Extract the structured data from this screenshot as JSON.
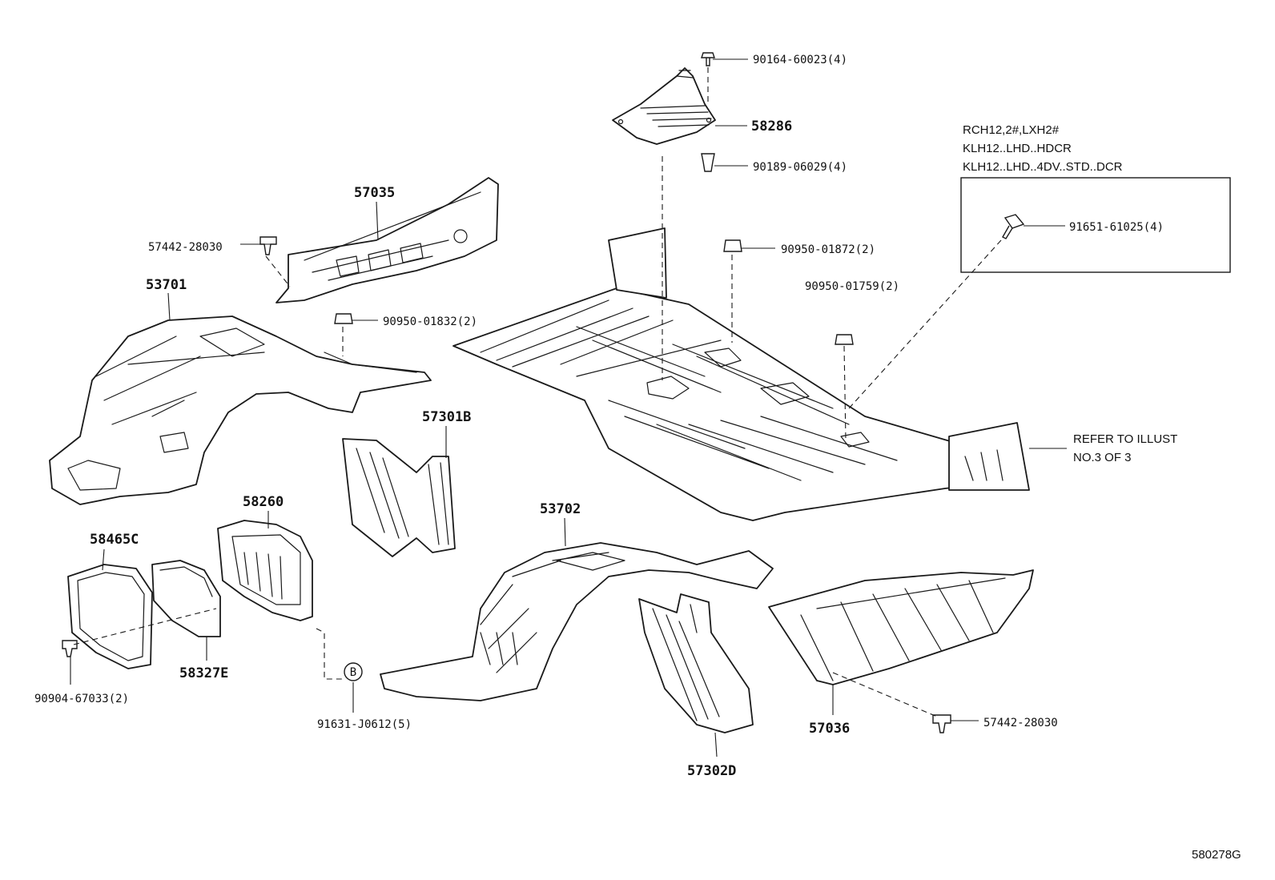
{
  "labels": {
    "p90164": "90164-60023(4)",
    "p58286": "58286",
    "p90189": "90189-06029(4)",
    "p57035": "57035",
    "p57442_a": "57442-28030",
    "p53701": "53701",
    "p90950_01832": "90950-01832(2)",
    "p90950_01872": "90950-01872(2)",
    "p90950_01759": "90950-01759(2)",
    "p91651": "91651-61025(4)",
    "p57301b": "57301B",
    "p58260": "58260",
    "p58465c": "58465C",
    "p53702": "53702",
    "p58327e": "58327E",
    "p90904": "90904-67033(2)",
    "p91631": "91631-J0612(5)",
    "p57036": "57036",
    "p57442_b": "57442-28030",
    "p57302d": "57302D",
    "callout_b": "B",
    "diagram_id": "580278G"
  },
  "applicability_note": {
    "line1": "RCH12,2#,LXH2#",
    "line2": "KLH12..LHD..HDCR",
    "line3": "KLH12..LHD..4DV..STD..DCR"
  },
  "refer_note": {
    "line1": "REFER TO ILLUST",
    "line2": "NO.3 OF 3"
  }
}
